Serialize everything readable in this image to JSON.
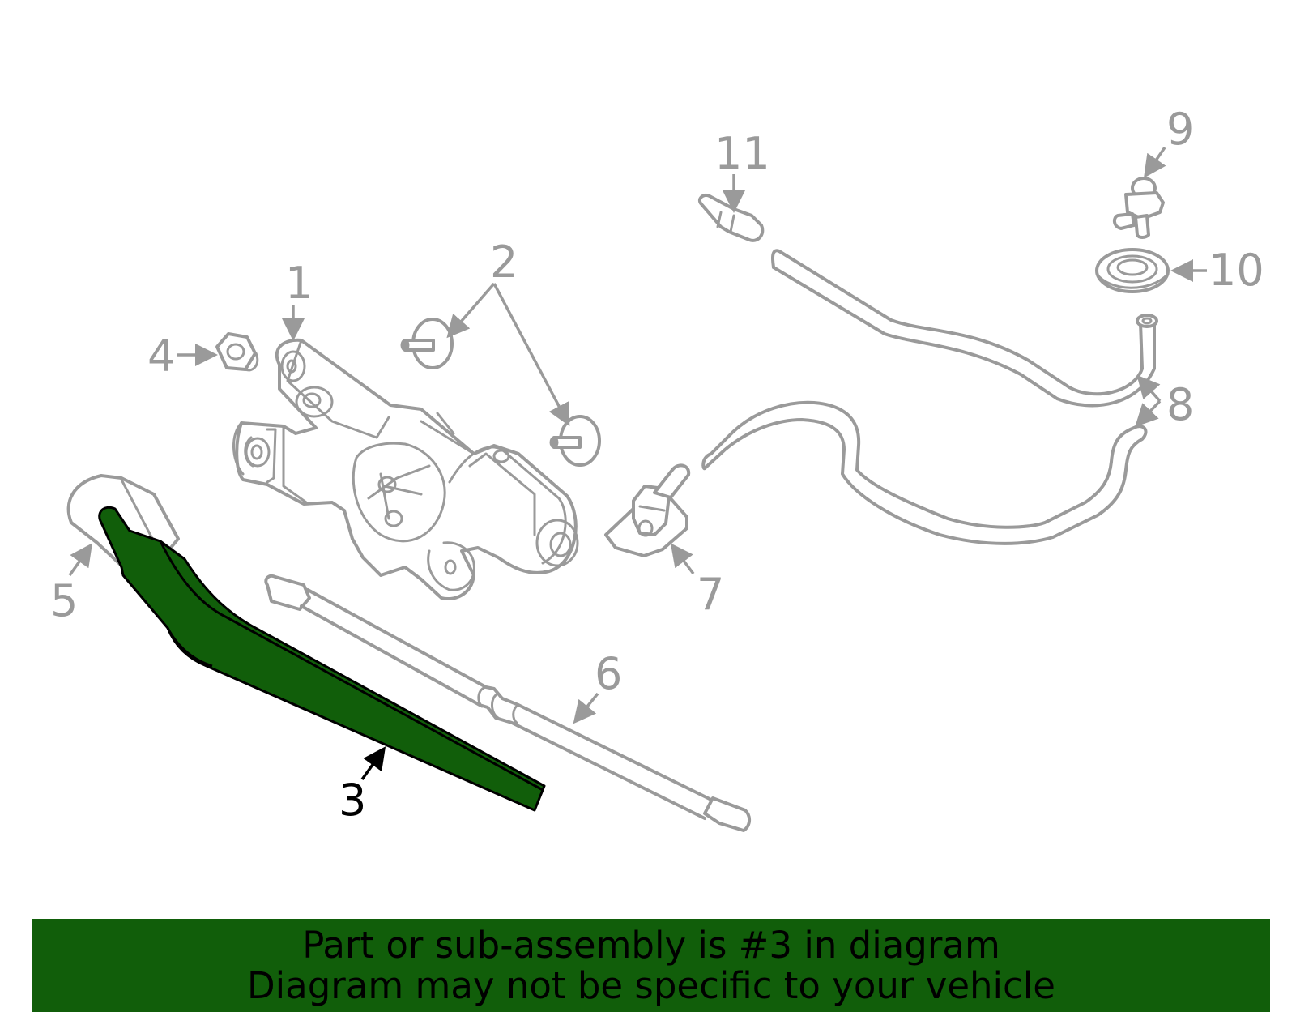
{
  "callouts": {
    "c1": "1",
    "c2": "2",
    "c3": "3",
    "c4": "4",
    "c5": "5",
    "c6": "6",
    "c7": "7",
    "c8": "8",
    "c9": "9",
    "c10": "10",
    "c11": "11"
  },
  "banner": {
    "line1": "Part or sub-assembly is #3 in diagram",
    "line2": "Diagram may not be specific to your vehicle"
  },
  "colors": {
    "highlight": "#115e0a",
    "line_art": "#9a9a9a",
    "background": "#ffffff"
  }
}
